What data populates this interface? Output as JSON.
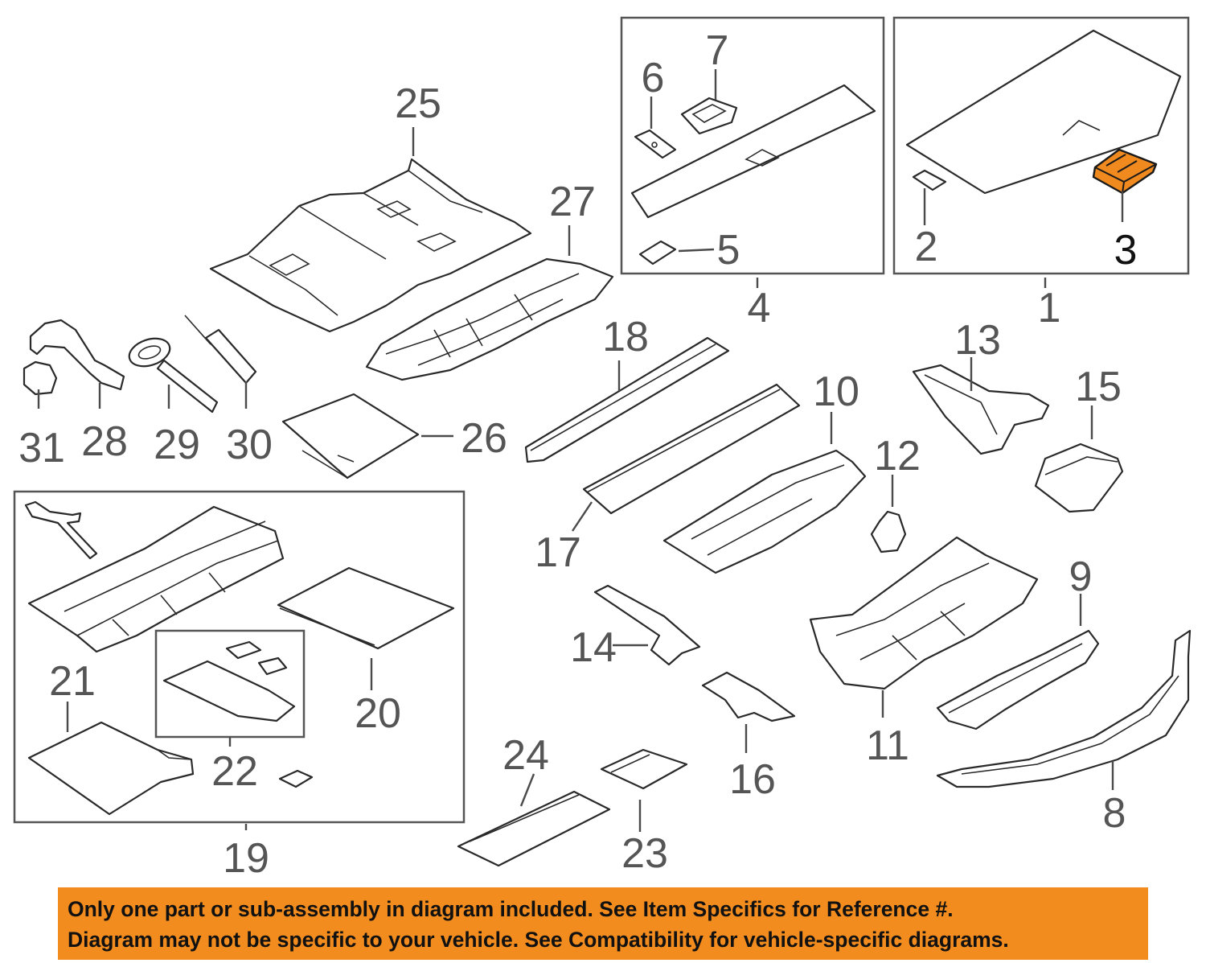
{
  "callouts": {
    "c1": "1",
    "c2": "2",
    "c3": "3",
    "c4": "4",
    "c5": "5",
    "c6": "6",
    "c7": "7",
    "c8": "8",
    "c9": "9",
    "c10": "10",
    "c11": "11",
    "c12": "12",
    "c13": "13",
    "c14": "14",
    "c15": "15",
    "c16": "16",
    "c17": "17",
    "c18": "18",
    "c19": "19",
    "c20": "20",
    "c21": "21",
    "c22": "22",
    "c23": "23",
    "c24": "24",
    "c25": "25",
    "c26": "26",
    "c27": "27",
    "c28": "28",
    "c29": "29",
    "c30": "30",
    "c31": "31"
  },
  "highlighted_part": "3",
  "colors": {
    "highlight": "#f08a1f",
    "banner": "#f28c1e",
    "line": "#2a2a2a",
    "text": "#555555"
  },
  "disclaimer": {
    "line1": "Only one part or sub-assembly in diagram included. See Item Specifics for Reference #.",
    "line2": "Diagram may not be specific to your vehicle. See Compatibility for vehicle-specific diagrams."
  }
}
